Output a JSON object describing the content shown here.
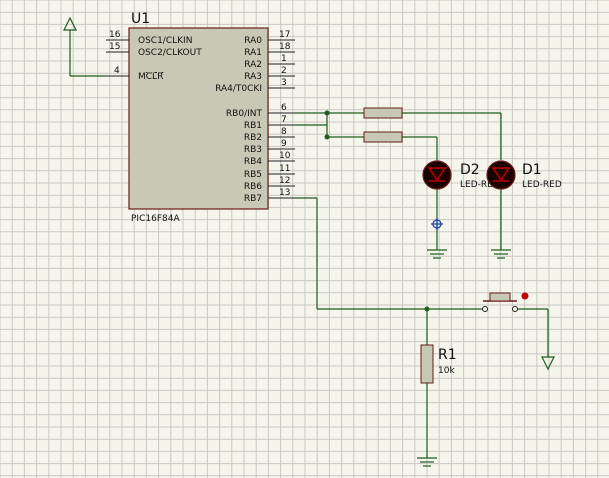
{
  "colors": {
    "background": "#f5f5ec",
    "grid": "#c9c9c2",
    "wire": "#1f5c1f",
    "component_outline": "#6b1a1a",
    "component_fill": "#c8c8b6",
    "led_fill": "#1a0000",
    "led_red": "#c00000",
    "junction": "#1f5c1f",
    "probe": "#1a3ca8"
  },
  "chip": {
    "ref": "U1",
    "part": "PIC16F84A",
    "left_pins": [
      {
        "num": "16",
        "label": "OSC1/CLKIN"
      },
      {
        "num": "15",
        "label": "OSC2/CLKOUT"
      },
      {
        "num": "4",
        "label": "MCLR"
      }
    ],
    "right_pins": [
      {
        "num": "17",
        "label": "RA0"
      },
      {
        "num": "18",
        "label": "RA1"
      },
      {
        "num": "1",
        "label": "RA2"
      },
      {
        "num": "2",
        "label": "RA3"
      },
      {
        "num": "3",
        "label": "RA4/T0CKI"
      },
      {
        "num": "6",
        "label": "RB0/INT"
      },
      {
        "num": "7",
        "label": "RB1"
      },
      {
        "num": "8",
        "label": "RB2"
      },
      {
        "num": "9",
        "label": "RB3"
      },
      {
        "num": "10",
        "label": "RB4"
      },
      {
        "num": "11",
        "label": "RB5"
      },
      {
        "num": "12",
        "label": "RB6"
      },
      {
        "num": "13",
        "label": "RB7"
      }
    ]
  },
  "leds": [
    {
      "ref": "D2",
      "value": "LED-RED"
    },
    {
      "ref": "D1",
      "value": "LED-RED"
    }
  ],
  "resistor_r1": {
    "ref": "R1",
    "value": "10k"
  },
  "icons": {
    "power_terminal": "power-arrow-icon",
    "ground": "ground-icon",
    "push_button": "push-button-icon",
    "voltage_probe": "probe-icon"
  }
}
